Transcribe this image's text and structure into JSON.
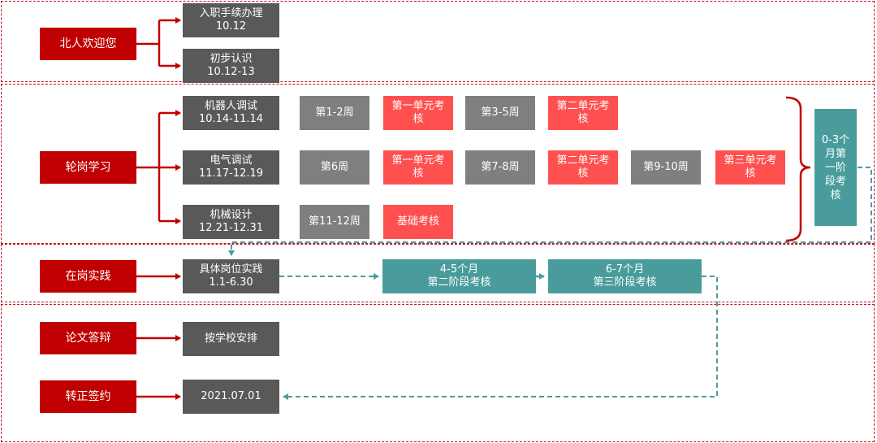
{
  "colors": {
    "phase": "#c00000",
    "task": "#595959",
    "week": "#7f7f7f",
    "exam": "#ff5050",
    "stage": "#4a9c9c",
    "border": "#c0141c"
  },
  "phases": {
    "welcome": {
      "label": "北人欢迎您",
      "items": [
        {
          "name": "入职手续办理",
          "date": "10.12"
        },
        {
          "name": "初步认识",
          "date": "10.12-13"
        }
      ]
    },
    "rotation": {
      "label": "轮岗学习",
      "rows": [
        {
          "name": "机器人调试",
          "date": "10.14-11.14",
          "steps": [
            {
              "l1": "第1-2周",
              "l2": "",
              "kind": "week"
            },
            {
              "l1": "第一单元考",
              "l2": "核",
              "kind": "exam"
            },
            {
              "l1": "第3-5周",
              "l2": "",
              "kind": "week"
            },
            {
              "l1": "第二单元考",
              "l2": "核",
              "kind": "exam"
            }
          ]
        },
        {
          "name": "电气调试",
          "date": "11.17-12.19",
          "steps": [
            {
              "l1": "第6周",
              "l2": "",
              "kind": "week"
            },
            {
              "l1": "第一单元考",
              "l2": "核",
              "kind": "exam"
            },
            {
              "l1": "第7-8周",
              "l2": "",
              "kind": "week"
            },
            {
              "l1": "第二单元考",
              "l2": "核",
              "kind": "exam"
            },
            {
              "l1": "第9-10周",
              "l2": "",
              "kind": "week"
            },
            {
              "l1": "第三单元考",
              "l2": "核",
              "kind": "exam"
            }
          ]
        },
        {
          "name": "机械设计",
          "date": "12.21-12.31",
          "steps": [
            {
              "l1": "第11-12周",
              "l2": "",
              "kind": "week"
            },
            {
              "l1": "基础考核",
              "l2": "",
              "kind": "exam"
            }
          ]
        }
      ],
      "stage_lines": [
        "0-3个",
        "月第",
        "一阶",
        "段考",
        "核"
      ]
    },
    "onjob": {
      "label": "在岗实践",
      "name": "具体岗位实践",
      "date": "1.1-6.30",
      "stages": [
        {
          "l1": "4-5个月",
          "l2": "第二阶段考核"
        },
        {
          "l1": "6-7个月",
          "l2": "第三阶段考核"
        }
      ]
    },
    "thesis": {
      "label": "论文答辩",
      "detail": "按学校安排"
    },
    "regular": {
      "label": "转正签约",
      "detail": "2021.07.01"
    }
  }
}
